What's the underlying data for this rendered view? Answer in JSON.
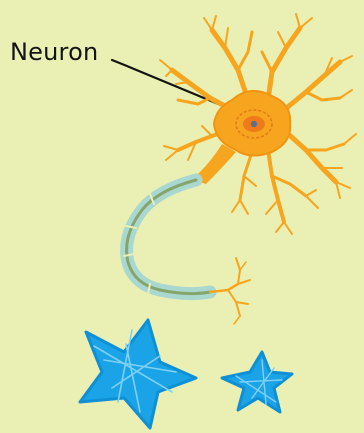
{
  "label": {
    "text": "Neuron"
  },
  "colors": {
    "background": "#eaf0b4",
    "neuron_body": "#f7a51e",
    "neuron_core": "#f07a1a",
    "axon_sheath": "#a8d8cf",
    "axon_core": "#86a56a",
    "star": "#1aa3e6",
    "leader_line": "#141414"
  },
  "icons": [
    "neuron-illustration",
    "star-scribble-large",
    "star-scribble-small"
  ]
}
